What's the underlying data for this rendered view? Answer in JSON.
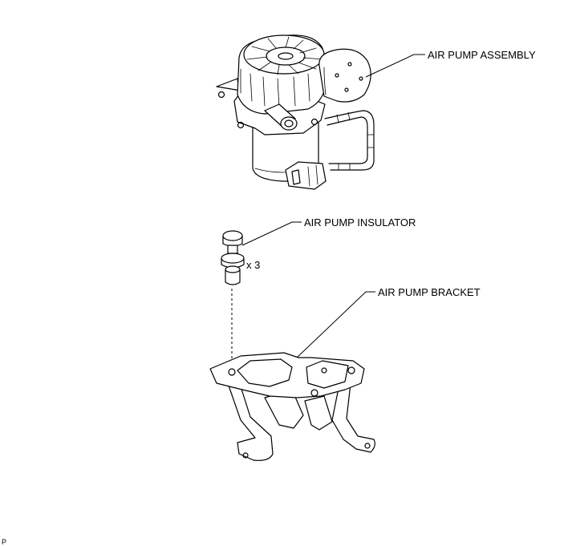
{
  "callouts": {
    "air_pump_assembly": "AIR PUMP ASSEMBLY",
    "air_pump_insulator": "AIR PUMP INSULATOR",
    "air_pump_bracket": "AIR PUMP BRACKET"
  },
  "quantity_label": "x 3",
  "illustration_code": "P"
}
